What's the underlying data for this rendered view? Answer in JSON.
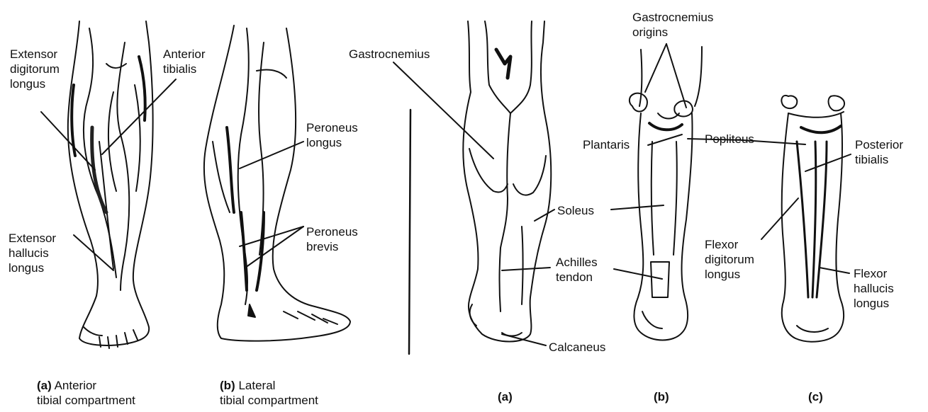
{
  "labels": {
    "extensor_digitorum_longus": "Extensor\ndigitorum\nlongus",
    "anterior_tibialis": "Anterior\ntibialis",
    "extensor_hallucis_longus": "Extensor\nhallucis\nlongus",
    "peroneus_longus": "Peroneus\nlongus",
    "peroneus_brevis": "Peroneus\nbrevis",
    "gastrocnemius": "Gastrocnemius",
    "soleus": "Soleus",
    "achilles_tendon": "Achilles\ntendon",
    "calcaneus": "Calcaneus",
    "gastrocnemius_origins": "Gastrocnemius\norigins",
    "plantaris": "Plantaris",
    "popliteus": "Popliteus",
    "posterior_tibialis": "Posterior\ntibialis",
    "flexor_digitorum_longus": "Flexor\ndigitorum\nlongus",
    "flexor_hallucis_longus": "Flexor\nhallucis\nlongus"
  },
  "captions": {
    "left_a_letter": "(a)",
    "left_a_text": " Anterior\ntibial compartment",
    "left_b_letter": "(b)",
    "left_b_text": " Lateral\ntibial compartment",
    "right_a": "(a)",
    "right_b": "(b)",
    "right_c": "(c)"
  },
  "colors": {
    "ink": "#111111",
    "paper": "#ffffff",
    "shade": "#cfcfcf"
  }
}
